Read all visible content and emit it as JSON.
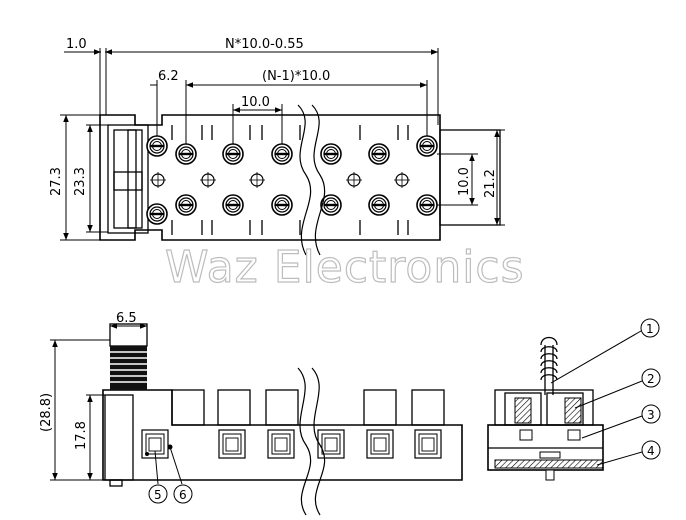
{
  "top_view": {
    "dims": {
      "overall_length": "N*10.0-0.55",
      "pitch_total": "(N-1)*10.0",
      "pitch": "10.0",
      "offset_left": "1.0",
      "first_pitch": "6.2",
      "height_outer": "27.3",
      "height_inner": "23.3",
      "height_right": "21.2",
      "row_spacing": "10.0"
    }
  },
  "watermark": "Waz Electronics",
  "front_view": {
    "dims": {
      "width_cap": "6.5",
      "height_total": "(28.8)",
      "height_body": "17.8"
    },
    "callouts": [
      "5",
      "6"
    ]
  },
  "side_view": {
    "callouts": [
      "1",
      "2",
      "3",
      "4"
    ]
  }
}
